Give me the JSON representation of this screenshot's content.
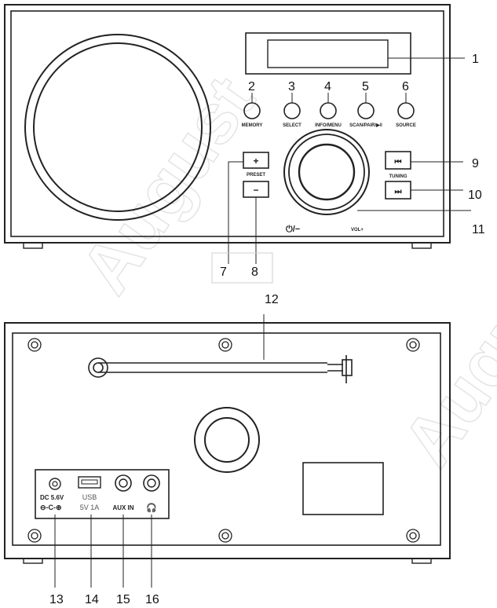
{
  "watermark": "August",
  "front_panel": {
    "buttons": [
      {
        "number": "2",
        "label": "MEMORY"
      },
      {
        "number": "3",
        "label": "SELECT"
      },
      {
        "number": "4",
        "label": "INFO/MENU"
      },
      {
        "number": "5",
        "label": "SCAN/PAIR/▶‖"
      },
      {
        "number": "6",
        "label": "SOURCE"
      }
    ],
    "display_number": "1",
    "preset_label": "PRESET",
    "preset_plus_symbol": "+",
    "preset_minus_symbol": "−",
    "preset_plus_number": "7",
    "preset_minus_number": "8",
    "tuning_label": "TUNING",
    "tuning_prev_symbol": "⏮",
    "tuning_next_symbol": "⏭",
    "tuning_prev_number": "9",
    "tuning_next_number": "10",
    "power_vol_minus_label": "⏻/−",
    "vol_plus_label": "VOL+",
    "knob_number": "11"
  },
  "back_panel": {
    "antenna_number": "12",
    "ports": [
      {
        "number": "13",
        "label_line1": "DC 5.6V",
        "label_line2": "⊖-C-⊕"
      },
      {
        "number": "14",
        "label_line1": "USB",
        "label_line2": "5V 1A"
      },
      {
        "number": "15",
        "label_line1": "AUX IN",
        "label_line2": ""
      },
      {
        "number": "16",
        "label_line1": "🎧",
        "label_line2": ""
      }
    ]
  }
}
